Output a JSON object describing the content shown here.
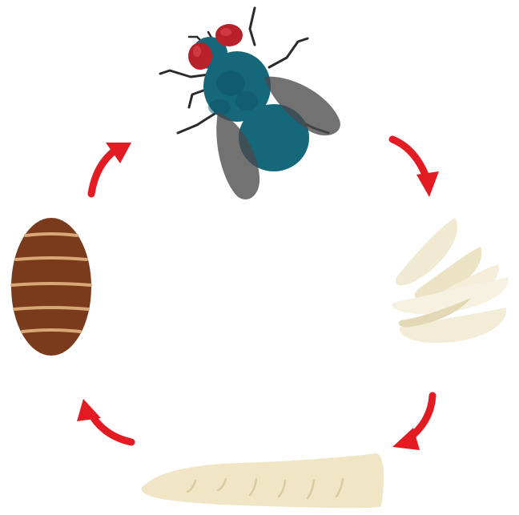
{
  "diagram": {
    "type": "life-cycle",
    "stages": [
      {
        "id": "adult",
        "icon": "adult-fly-icon"
      },
      {
        "id": "eggs",
        "icon": "eggs-icon"
      },
      {
        "id": "larva",
        "icon": "larva-icon"
      },
      {
        "id": "pupa",
        "icon": "pupa-icon"
      }
    ],
    "cycle_direction": "clockwise",
    "arrow_count": 4
  },
  "colors": {
    "arrow": "#e31b23",
    "fly_body": "#15677a",
    "fly_body_dark": "#0f5566",
    "fly_eye": "#b8202a",
    "fly_wing": "#4a4a4a",
    "egg": "#f1ead2",
    "egg_shadow": "#e2d8b6",
    "larva": "#f0e6c6",
    "larva_line": "#d9cba0",
    "pupa": "#7a3b1c",
    "pupa_band": "#d9a676"
  }
}
